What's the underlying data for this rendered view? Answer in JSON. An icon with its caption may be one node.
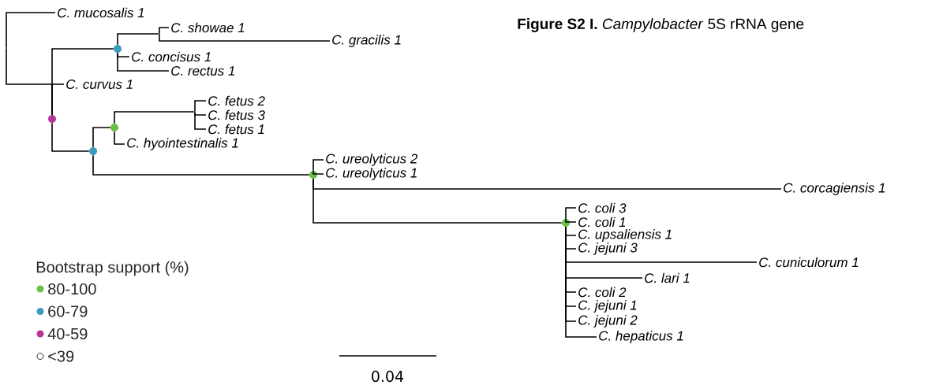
{
  "diagram": {
    "title": "**Figure S2 I.** *Campylobacter* 5S rRNA gene",
    "nodes": [
      {
        "text": [],
        "shape": "point"
      },
      {
        "text": [
          "C. mucosalis 1"
        ]
      },
      {
        "text": [],
        "shape": "circle"
      },
      {
        "text": [],
        "shape": "circle"
      },
      {
        "text": [],
        "shape": "point"
      },
      {
        "text": [
          "C. showae 1"
        ]
      },
      {
        "text": [
          "C. gracilis 1"
        ]
      },
      {
        "text": [
          "C. concisus 1"
        ]
      },
      {
        "text": [
          "C. rectus 1"
        ]
      },
      {
        "text": [
          "C. curvus 1"
        ]
      },
      {
        "text": [],
        "shape": "circle"
      },
      {
        "text": [],
        "shape": "circle"
      },
      {
        "text": [],
        "shape": "point"
      },
      {
        "text": [
          "C. fetus 2"
        ]
      },
      {
        "text": [
          "C. fetus 3"
        ]
      },
      {
        "text": [
          "C. fetus 1"
        ]
      },
      {
        "text": [
          "C. hyointestinalis 1"
        ]
      },
      {
        "text": [],
        "shape": "circle"
      },
      {
        "text": [
          "C. ureolyticus 2"
        ]
      },
      {
        "text": [
          "C. ureolyticus 1"
        ]
      },
      {
        "text": [
          "C. corcagiensis 1"
        ]
      },
      {
        "text": [],
        "shape": "circle"
      },
      {
        "text": [
          "C. coli 3"
        ]
      },
      {
        "text": [
          "C. coli 1"
        ]
      },
      {
        "text": [
          "C. upsaliensis 1"
        ]
      },
      {
        "text": [
          "C. jejuni 3"
        ]
      },
      {
        "text": [
          "C. cuniculorum 1"
        ]
      },
      {
        "text": [
          "C. lari 1"
        ]
      },
      {
        "text": [
          "C. coli 2"
        ]
      },
      {
        "text": [
          "C. jejuni 1"
        ]
      },
      {
        "text": [
          "C. jejuni 2"
        ]
      },
      {
        "text": [
          "C. hepaticus 1"
        ]
      }
    ],
    "edges": [
      {
        "from": 0,
        "to": 1,
        "arrow": "none"
      },
      {
        "from": 0,
        "to": 2,
        "arrow": "none"
      },
      {
        "from": 2,
        "to": 3,
        "arrow": "none"
      },
      {
        "from": 3,
        "to": 4,
        "arrow": "none"
      },
      {
        "from": 4,
        "to": 5,
        "arrow": "none"
      },
      {
        "from": 4,
        "to": 6,
        "arrow": "none"
      },
      {
        "from": 3,
        "to": 7,
        "arrow": "none"
      },
      {
        "from": 3,
        "to": 8,
        "arrow": "none"
      },
      {
        "from": 2,
        "to": 9,
        "arrow": "none"
      },
      {
        "from": 2,
        "to": 10,
        "arrow": "none"
      },
      {
        "from": 10,
        "to": 11,
        "arrow": "none"
      },
      {
        "from": 11,
        "to": 12,
        "arrow": "none"
      },
      {
        "from": 12,
        "to": 13,
        "arrow": "none"
      },
      {
        "from": 12,
        "to": 14,
        "arrow": "none"
      },
      {
        "from": 12,
        "to": 15,
        "arrow": "none"
      },
      {
        "from": 11,
        "to": 16,
        "arrow": "none"
      },
      {
        "from": 10,
        "to": 17,
        "arrow": "none"
      },
      {
        "from": 17,
        "to": 18,
        "arrow": "none"
      },
      {
        "from": 17,
        "to": 19,
        "arrow": "none"
      },
      {
        "from": 17,
        "to": 20,
        "arrow": "none"
      },
      {
        "from": 17,
        "to": 21,
        "arrow": "none"
      },
      {
        "from": 21,
        "to": 22,
        "arrow": "none"
      },
      {
        "from": 21,
        "to": 23,
        "arrow": "none"
      },
      {
        "from": 21,
        "to": 24,
        "arrow": "none"
      },
      {
        "from": 21,
        "to": 25,
        "arrow": "none"
      },
      {
        "from": 21,
        "to": 26,
        "arrow": "none"
      },
      {
        "from": 21,
        "to": 27,
        "arrow": "none"
      },
      {
        "from": 21,
        "to": 28,
        "arrow": "none"
      },
      {
        "from": 21,
        "to": 29,
        "arrow": "none"
      },
      {
        "from": 21,
        "to": 30,
        "arrow": "none"
      },
      {
        "from": 21,
        "to": 31,
        "arrow": "none"
      }
    ],
    "labels": [
      "Bootstrap support (%)",
      "0.04"
    ],
    "legend": [
      {
        "text": "80-100",
        "color": "#6abf45"
      },
      {
        "text": "60-79",
        "color": "#3a9bbf"
      },
      {
        "text": "40-59",
        "color": "#b5359a"
      },
      {
        "text": "<39"
      }
    ]
  }
}
